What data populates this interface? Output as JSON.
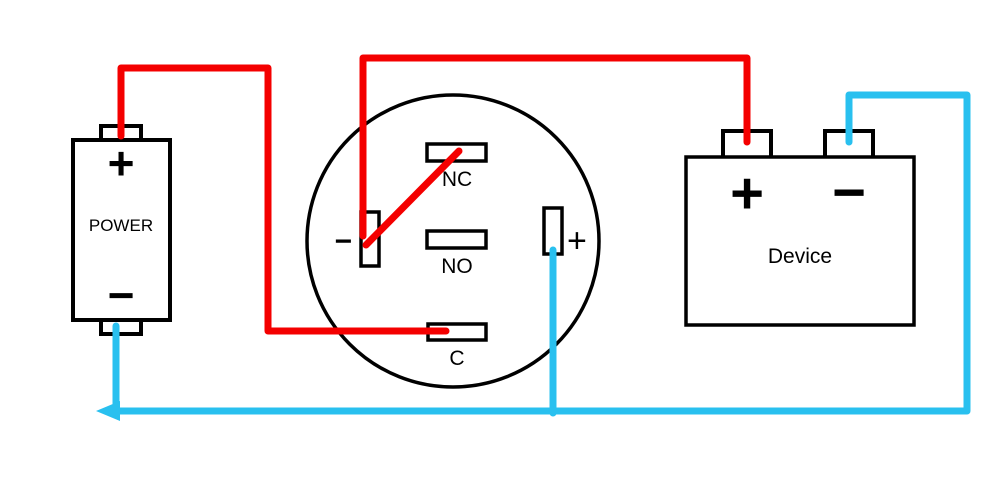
{
  "colors": {
    "wire_red": "#f40000",
    "wire_blue": "#29c0ef",
    "outline": "#000000"
  },
  "power": {
    "name": "POWER",
    "plus_symbol": "+",
    "minus_symbol": "−"
  },
  "button": {
    "nc_label": "NC",
    "no_label": "NO",
    "c_label": "C",
    "minus_label": "−",
    "plus_label": "+"
  },
  "device": {
    "name": "Device",
    "plus_symbol": "+",
    "minus_symbol": "−"
  }
}
